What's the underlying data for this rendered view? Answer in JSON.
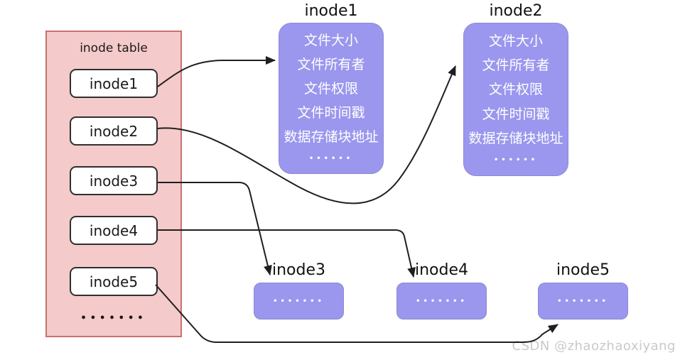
{
  "inode_table": {
    "title": "inode table",
    "entries": [
      "inode1",
      "inode2",
      "inode3",
      "inode4",
      "inode5"
    ],
    "ellipsis": "•••••••"
  },
  "detail_boxes": [
    {
      "title": "inode1",
      "fields": [
        "文件大小",
        "文件所有者",
        "文件权限",
        "文件时间戳",
        "数据存储块地址"
      ],
      "ellipsis": "••••••"
    },
    {
      "title": "inode2",
      "fields": [
        "文件大小",
        "文件所有者",
        "文件权限",
        "文件时间戳",
        "数据存储块地址"
      ],
      "ellipsis": "••••••"
    }
  ],
  "stub_boxes": [
    {
      "title": "inode3",
      "ellipsis": "•••••••"
    },
    {
      "title": "inode4",
      "ellipsis": "•••••••"
    },
    {
      "title": "inode5",
      "ellipsis": "•••••••"
    }
  ],
  "connections": [
    {
      "from": "inode1",
      "to": "inode1"
    },
    {
      "from": "inode2",
      "to": "inode2"
    },
    {
      "from": "inode3",
      "to": "inode3"
    },
    {
      "from": "inode4",
      "to": "inode4"
    },
    {
      "from": "inode5",
      "to": "inode5"
    }
  ],
  "watermark": "CSDN @zhaozhaoxiyang",
  "colors": {
    "table_fill": "#f5caca",
    "table_border": "#c87070",
    "node_fill": "#9b97ee",
    "node_border": "#8d89d0",
    "entry_fill": "#ffffff",
    "entry_border": "#2f2f2f",
    "arrow": "#1f1f1f",
    "watermark": "#c9c9c9"
  }
}
